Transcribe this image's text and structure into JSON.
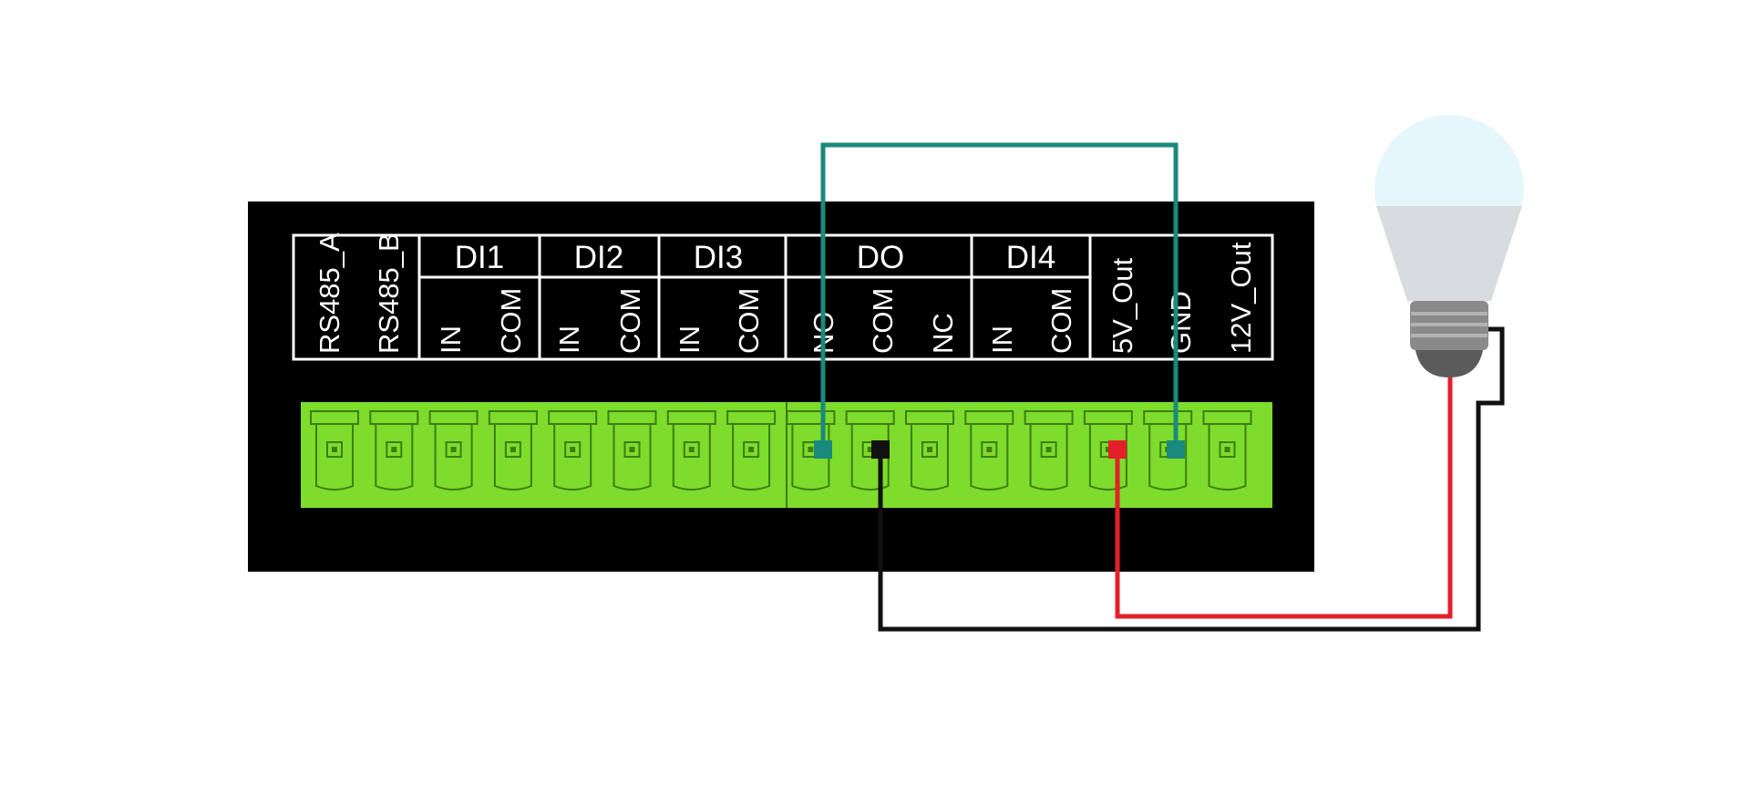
{
  "board": {
    "background_color": "#000000",
    "connector_color": "#7ddc2c",
    "header_cells": [
      {
        "label": "RS485_A"
      },
      {
        "label": "RS485_B"
      },
      {
        "group": "DI1",
        "terminals": [
          "IN",
          "COM"
        ]
      },
      {
        "group": "DI2",
        "terminals": [
          "IN",
          "COM"
        ]
      },
      {
        "group": "DI3",
        "terminals": [
          "IN",
          "COM"
        ]
      },
      {
        "group": "DO",
        "terminals": [
          "NO",
          "COM",
          "NC"
        ]
      },
      {
        "group": "DI4",
        "terminals": [
          "IN",
          "COM"
        ]
      },
      {
        "label": "5V_Out"
      },
      {
        "label": "GND"
      },
      {
        "label": "12V_Out"
      }
    ],
    "terminal_count": 16
  },
  "wires": [
    {
      "name": "teal-wire",
      "color": "#1a8a7c",
      "from": "DO NO",
      "to": "GND"
    },
    {
      "name": "black-wire",
      "color": "#111111",
      "from": "DO COM",
      "to": "bulb"
    },
    {
      "name": "red-wire",
      "color": "#e3202a",
      "from": "5V_Out",
      "to": "bulb"
    }
  ],
  "bulb": {
    "icon": "light-bulb-icon",
    "globe_color": "#e6f6fd",
    "body_color": "#d7dcdf",
    "base_color": "#8a8a8a"
  }
}
